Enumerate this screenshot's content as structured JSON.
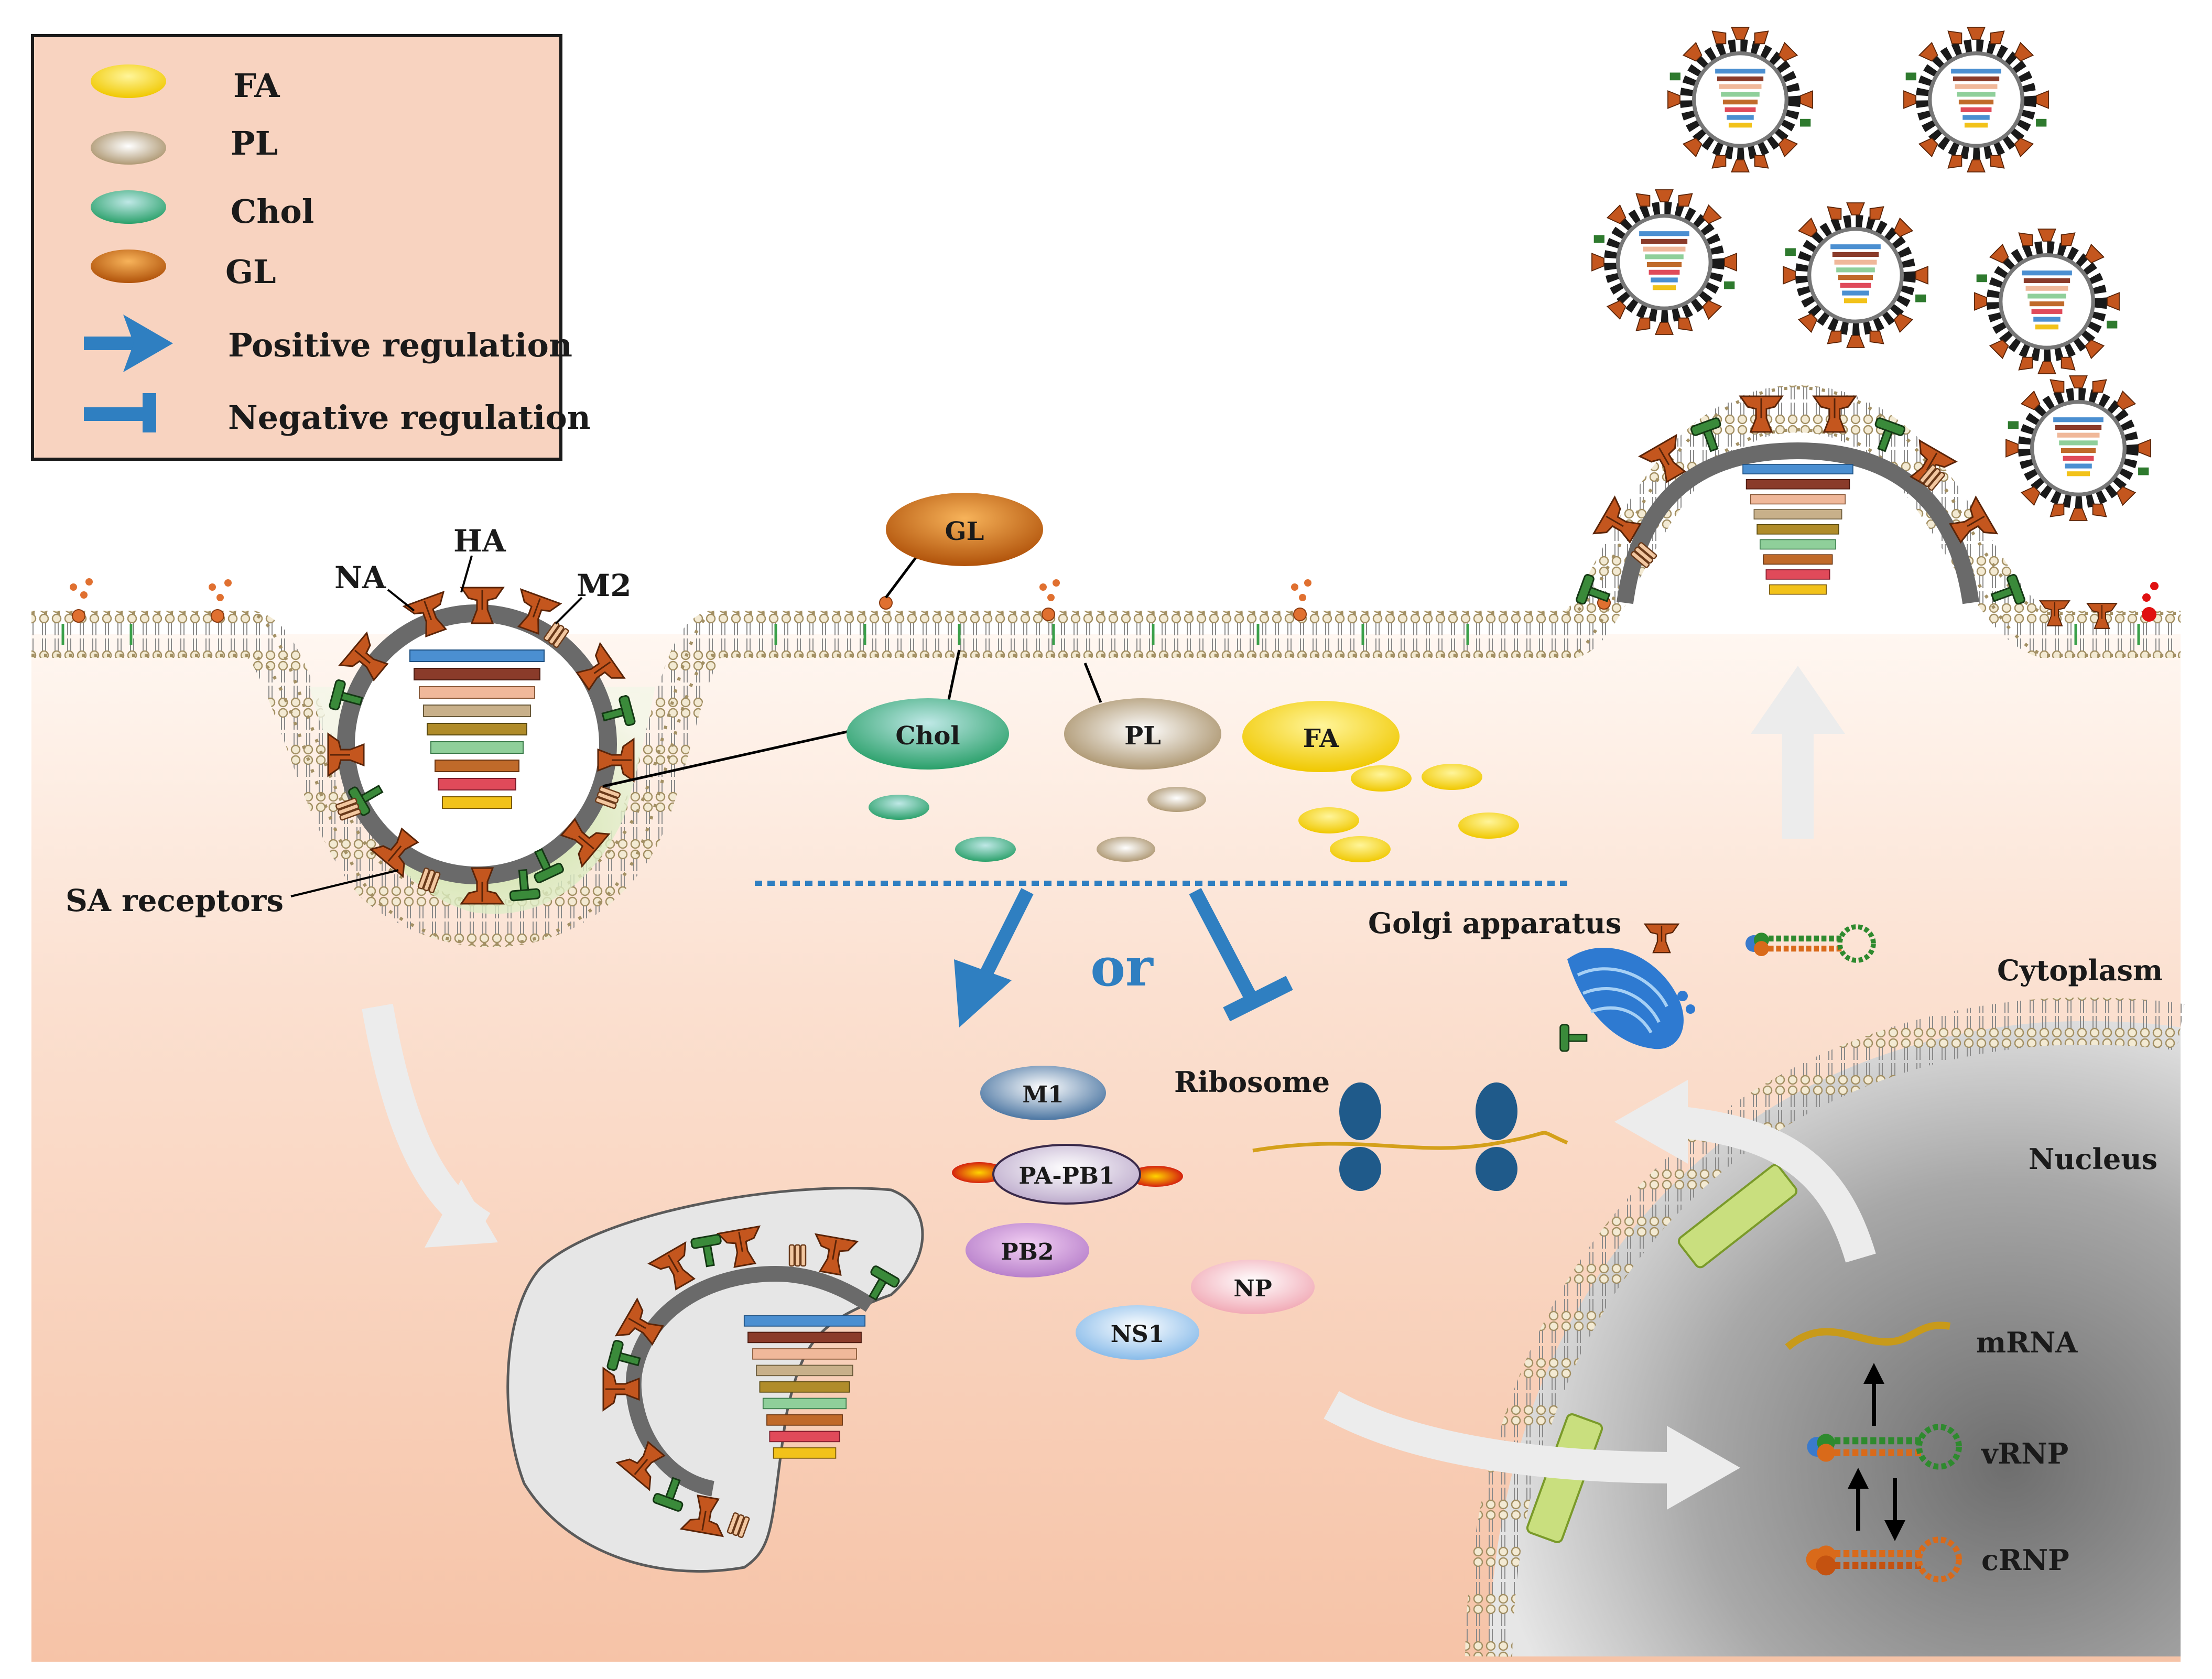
{
  "legend": {
    "items": [
      {
        "key": "fa",
        "label": "FA",
        "color": "#f2d21a"
      },
      {
        "key": "pl",
        "label": "PL",
        "color": "#b7a27c"
      },
      {
        "key": "chol",
        "label": "Chol",
        "color": "#3fb38d"
      },
      {
        "key": "gl",
        "label": "GL",
        "color": "#d7822a"
      },
      {
        "key": "positive",
        "label": "Positive regulation",
        "color": "#2f7fc1"
      },
      {
        "key": "negative",
        "label": "Negative regulation",
        "color": "#2f7fc1"
      }
    ]
  },
  "virus_labels": {
    "na": "NA",
    "ha": "HA",
    "m2": "M2",
    "sa": "SA receptors"
  },
  "lipids": {
    "gl": "GL",
    "chol": "Chol",
    "pl": "PL",
    "fa": "FA"
  },
  "center": {
    "or": "or",
    "ribosome": "Ribosome",
    "golgi": "Golgi apparatus",
    "cytoplasm": "Cytoplasm",
    "nucleus": "Nucleus"
  },
  "proteins": {
    "m1": "M1",
    "papb1": "PA-PB1",
    "pb2": "PB2",
    "np": "NP",
    "ns1": "NS1"
  },
  "nuclear": {
    "mrna": "mRNA",
    "vrnp": "vRNP",
    "crnp": "cRNP"
  },
  "colors": {
    "background": "#f8d3c0",
    "extracellular": "#ffffff",
    "ha": "#c4561e",
    "na": "#2e7a2e",
    "arrow_blue": "#2f7fc1",
    "nucleus": "#9a9a9a",
    "rna_stack": [
      "#4b8fd1",
      "#8a3b2a",
      "#f0b89a",
      "#c8b08a",
      "#b08c2a",
      "#8fcf9a",
      "#c06a2a",
      "#e04a5a",
      "#f2c21a"
    ]
  }
}
